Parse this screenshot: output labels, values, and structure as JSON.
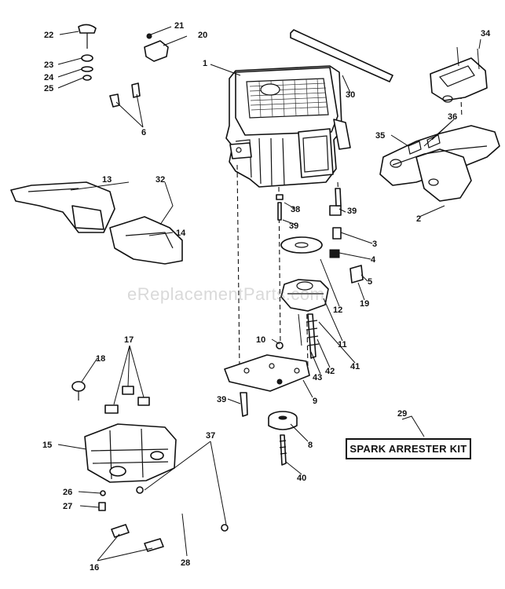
{
  "watermark": "eReplacementParts.com",
  "kit_label": "SPARK ARRESTER KIT",
  "callouts": {
    "c1": "1",
    "c2": "2",
    "c3": "3",
    "c4": "4",
    "c5": "5",
    "c6": "6",
    "c8": "8",
    "c9": "9",
    "c10": "10",
    "c11": "11",
    "c12": "12",
    "c13": "13",
    "c14": "14",
    "c15": "15",
    "c16": "16",
    "c17": "17",
    "c18": "18",
    "c19": "19",
    "c20": "20",
    "c21": "21",
    "c22": "22",
    "c23": "23",
    "c24": "24",
    "c25": "25",
    "c26": "26",
    "c27": "27",
    "c28": "28",
    "c29": "29",
    "c30": "30",
    "c32": "32",
    "c34": "34",
    "c35": "35",
    "c36": "36",
    "c37": "37",
    "c38": "38",
    "c39a": "39",
    "c39b": "39",
    "c39c": "39",
    "c40": "40",
    "c41": "41",
    "c42": "42",
    "c43": "43"
  }
}
